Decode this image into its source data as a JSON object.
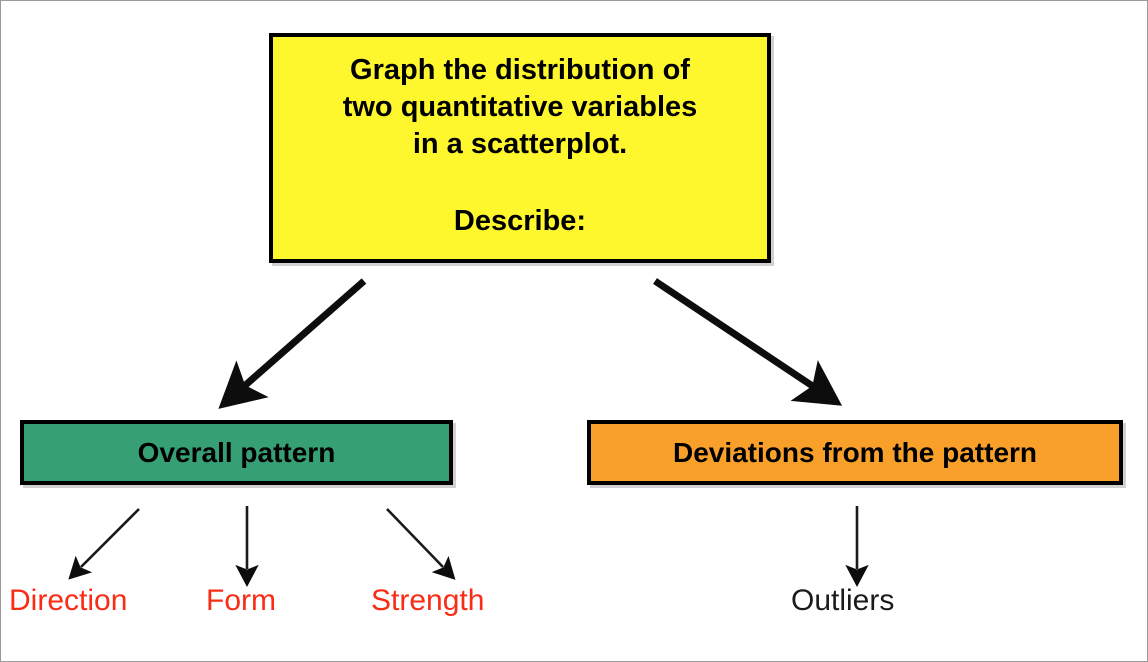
{
  "diagram": {
    "title_nodes": {
      "root": {
        "lines": [
          "Graph the distribution of",
          "two quantitative variables",
          "in a scatterplot."
        ],
        "subhead": "Describe:",
        "fill_color": "#fef72e",
        "border_color": "#000000"
      },
      "overall": {
        "label": "Overall pattern",
        "fill_color": "#36a074",
        "border_color": "#000000"
      },
      "deviations": {
        "label": "Deviations from the pattern",
        "fill_color": "#f9a02b",
        "border_color": "#000000"
      }
    },
    "leaves": [
      {
        "label": "Direction",
        "color": "#fa2c16"
      },
      {
        "label": "Form",
        "color": "#fa2c16"
      },
      {
        "label": "Strength",
        "color": "#fa2c16"
      },
      {
        "label": "Outliers",
        "color": "#1b1b1b"
      }
    ],
    "connectors": [
      {
        "name": "root-to-overall",
        "style": "thick"
      },
      {
        "name": "root-to-deviations",
        "style": "thick"
      },
      {
        "name": "overall-to-direction",
        "style": "thin"
      },
      {
        "name": "overall-to-form",
        "style": "thin"
      },
      {
        "name": "overall-to-strength",
        "style": "thin"
      },
      {
        "name": "deviations-to-outliers",
        "style": "thin"
      }
    ],
    "page": {
      "background": "#ffffff",
      "frame_color": "#9a9a9a"
    }
  }
}
